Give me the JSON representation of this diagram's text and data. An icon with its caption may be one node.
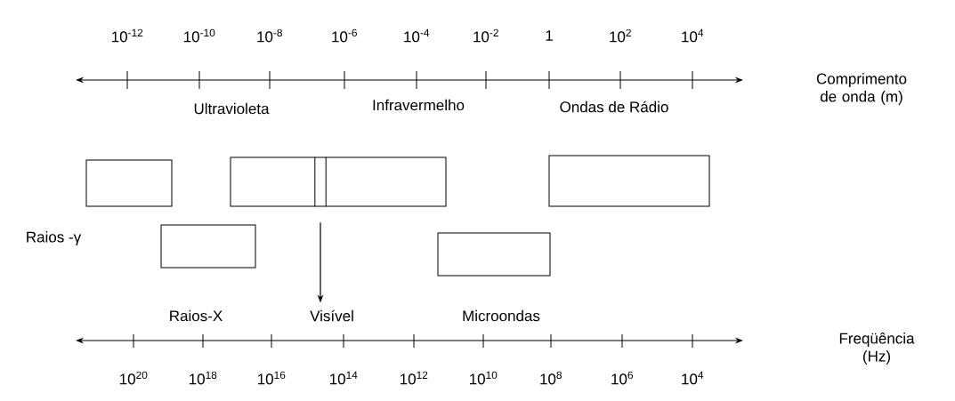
{
  "diagram": {
    "nodes": [
      {
        "text": [],
        "shape": "box",
        "beside": [
          "Raios -γ"
        ]
      },
      {
        "text": [],
        "shape": "box"
      },
      {
        "text": [],
        "shape": "bar",
        "in": 1
      },
      {
        "text": [],
        "shape": "box",
        "beside": [
          "Ondas de Rádio"
        ]
      },
      {
        "text": [],
        "shape": "box",
        "beside": [
          "Raios-X"
        ]
      },
      {
        "text": [],
        "shape": "box",
        "beside": [
          "Microondas"
        ]
      },
      {
        "text": [
          "Visível"
        ]
      }
    ],
    "edges": [
      {
        "from": 2,
        "to": 6,
        "arrow": "to"
      }
    ],
    "labels": [
      "10$^{-12}$",
      "10$^{-10}$",
      "10$^{-8}$",
      "10$^{-6}$",
      "10$^{-4}$",
      "10$^{-2}$",
      "1",
      "10$^{2}$",
      "10$^{4}$",
      "Comprimento de onda (m)",
      "Ultravioleta",
      "Infravermelho",
      "Freqüência (Hz)",
      "10$^{20}$",
      "10$^{18}$",
      "10$^{16}$",
      "10$^{14}$",
      "10$^{12}$",
      "10$^{10}$",
      "10$^{8}$",
      "10$^{6}$",
      "10$^{4}$"
    ]
  }
}
